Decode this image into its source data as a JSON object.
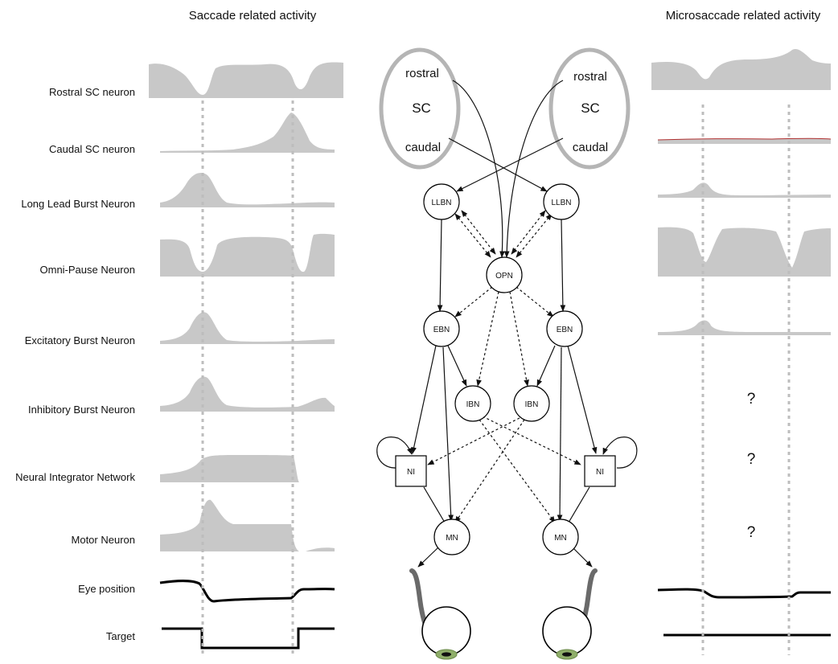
{
  "headers": {
    "left": "Saccade related activity",
    "right": "Microsaccade related activity"
  },
  "rows": [
    {
      "label": "Rostral SC neuron"
    },
    {
      "label": "Caudal SC neuron"
    },
    {
      "label": "Long Lead Burst Neuron"
    },
    {
      "label": "Omni-Pause Neuron"
    },
    {
      "label": "Excitatory Burst Neuron"
    },
    {
      "label": "Inhibitory Burst Neuron"
    },
    {
      "label": "Neural Integrator Network"
    },
    {
      "label": "Motor Neuron"
    },
    {
      "label": "Eye position"
    },
    {
      "label": "Target"
    }
  ],
  "sc": {
    "rostral": "rostral",
    "caudal": "caudal",
    "name": "SC"
  },
  "nodes": {
    "llbn": "LLBN",
    "opn": "OPN",
    "ebn": "EBN",
    "ibn": "IBN",
    "ni": "NI",
    "mn": "MN"
  },
  "unknown_mark": "?",
  "colors": {
    "trace_fill": "#c8c8c8",
    "sc_outline": "#b5b5b5",
    "caudal_micro_line": "#b03030",
    "pupil_ring": "#8fae6a"
  }
}
